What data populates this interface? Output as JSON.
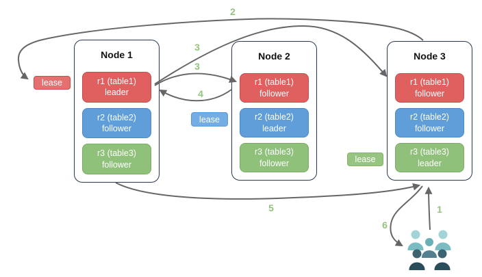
{
  "nodes": [
    {
      "name": "Node 1",
      "replicas": [
        {
          "label": "r1 (table1)",
          "role": "leader",
          "color": "red"
        },
        {
          "label": "r2 (table2)",
          "role": "follower",
          "color": "blue"
        },
        {
          "label": "r3 (table3)",
          "role": "follower",
          "color": "green"
        }
      ]
    },
    {
      "name": "Node 2",
      "replicas": [
        {
          "label": "r1 (table1)",
          "role": "follower",
          "color": "red"
        },
        {
          "label": "r2 (table2)",
          "role": "leader",
          "color": "blue"
        },
        {
          "label": "r3 (table3)",
          "role": "follower",
          "color": "green"
        }
      ]
    },
    {
      "name": "Node 3",
      "replicas": [
        {
          "label": "r1 (table1)",
          "role": "follower",
          "color": "red"
        },
        {
          "label": "r2 (table2)",
          "role": "follower",
          "color": "blue"
        },
        {
          "label": "r3 (table3)",
          "role": "leader",
          "color": "green"
        }
      ]
    }
  ],
  "leases": [
    {
      "label": "lease",
      "color": "red"
    },
    {
      "label": "lease",
      "color": "blue"
    },
    {
      "label": "lease",
      "color": "green"
    }
  ],
  "steps": [
    {
      "label": "1"
    },
    {
      "label": "2"
    },
    {
      "label": "3"
    },
    {
      "label": "3"
    },
    {
      "label": "4"
    },
    {
      "label": "5"
    },
    {
      "label": "6"
    }
  ],
  "icons": {
    "users": "user-group-icon"
  },
  "colors": {
    "red-fill": "#e06060",
    "red-stroke": "#c74b4b",
    "blue-fill": "#5f9ed8",
    "blue-stroke": "#4b8ac2",
    "green-fill": "#8fc17b",
    "green-stroke": "#7aad64",
    "lease-red-fill": "#e57070",
    "lease-red-stroke": "#d34747",
    "lease-blue-fill": "#73ade3",
    "lease-blue-stroke": "#5b9bd5",
    "lease-green-fill": "#97c581",
    "lease-green-stroke": "#82b366",
    "node-stroke": "#28374f",
    "arrow-stroke": "#666666",
    "step-label": "#93c47d",
    "people-light-head": "#a2d4d7",
    "people-light-body": "#7abcc2",
    "people-mid-head": "#68afb6",
    "people-mid-body": "#53808e",
    "people-dark-head": "#3c6471",
    "people-dark-body": "#2b4d59"
  }
}
